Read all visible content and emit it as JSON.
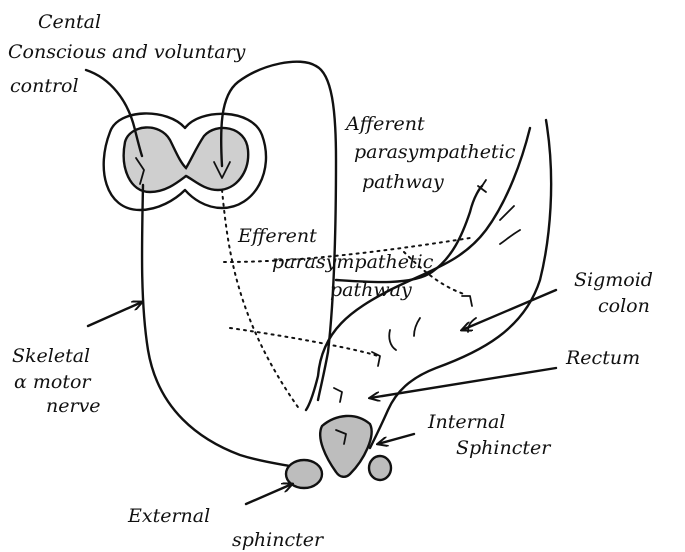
{
  "labels": {
    "central_line1": "Cental",
    "central_line2": "Conscious and voluntary",
    "central_line3": "control",
    "afferent_line1": "Afferent",
    "afferent_line2": "parasympathetic",
    "afferent_line3": "pathway",
    "efferent_line1": "Efferent",
    "efferent_line2": "parasympathetic",
    "efferent_line3": "pathway",
    "sigmoid_line1": "Sigmoid",
    "sigmoid_line2": "colon",
    "rectum": "Rectum",
    "skeletal_line1": "Skeletal",
    "skeletal_line2": "α motor",
    "skeletal_line3": "nerve",
    "internal_line1": "Internal",
    "internal_line2": "Sphincter",
    "external_line1": "External",
    "external_line2": "sphincter"
  },
  "colors": {
    "ink": "#111111",
    "shade": "#cfcfcf"
  }
}
